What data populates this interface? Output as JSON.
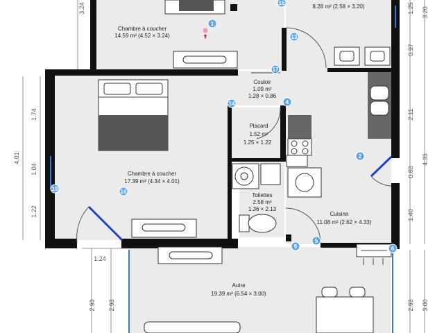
{
  "rooms": {
    "chambre1": {
      "name": "Chambre à coucher",
      "area": "14.59 m² (4.52 × 3.24)"
    },
    "salle_bain": {
      "area": "8.28 m² (2.58 × 3.20)"
    },
    "couloir": {
      "name": "Couloir",
      "area": "1.09 m²",
      "dims": "1.28 × 0.86"
    },
    "placard": {
      "name": "Placard",
      "area": "1.52 m²",
      "dims": "1.25 × 1.22"
    },
    "chambre2": {
      "name": "Chambre à coucher",
      "area": "17.39 m² (4.34 × 4.01)"
    },
    "toilettes": {
      "name": "Toilettes",
      "area": "2.58 m²",
      "dims": "1.36 × 2.13"
    },
    "cuisine": {
      "name": "Cuisine",
      "area": "11.08 m² (2.62 × 4.33)"
    },
    "autre": {
      "name": "Autre",
      "area": "19.39 m² (6.54 × 3.00)"
    }
  },
  "dimensions": {
    "left_top": "3.24",
    "left_a": "1.74",
    "left_total": "4.01",
    "left_b": "1.04",
    "left_c": "1.22",
    "bottom_left": "1.24",
    "left_lower_a": "2.93",
    "left_lower_b": "2.93",
    "right_top_a": "1.25",
    "right_top_b": "3.20",
    "right_c": "0.97",
    "right_d": "2.11",
    "right_total": "4.33",
    "right_e": "0.83",
    "right_f": "1.40",
    "right_lower_a": "2.93",
    "right_lower_b": "3.00"
  },
  "markers": [
    "1",
    "2",
    "4",
    "5",
    "6",
    "9",
    "13",
    "14",
    "15",
    "16",
    "17",
    "19"
  ]
}
